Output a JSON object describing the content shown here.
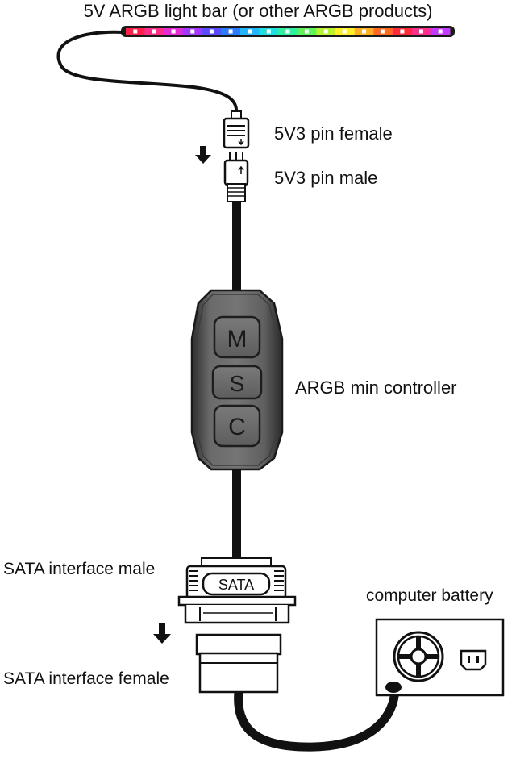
{
  "labels": {
    "light_bar": "5V ARGB light bar (or other ARGB products)",
    "pin_female": "5V3 pin female",
    "pin_male": "5V3 pin male",
    "controller": "ARGB min controller",
    "sata_male": "SATA interface male",
    "sata_female": "SATA interface female",
    "battery": "computer battery"
  },
  "controller_buttons": {
    "mode": "M",
    "speed": "S",
    "color": "C"
  },
  "sata_plug_text": "SATA",
  "led_colors": [
    "#ff1f4b",
    "#ff2d8a",
    "#e52bd4",
    "#a338ff",
    "#5a4bff",
    "#2f7bff",
    "#21b6ff",
    "#1fe0e0",
    "#2ff2a0",
    "#5df55a",
    "#b8f52a",
    "#fff02a",
    "#ffb020",
    "#ff6a20",
    "#ff2a3a",
    "#ff2d8a",
    "#c43aff"
  ],
  "colors": {
    "cable": "#111111",
    "housing": "#5a5a5a",
    "outline": "#1a1a1a"
  }
}
